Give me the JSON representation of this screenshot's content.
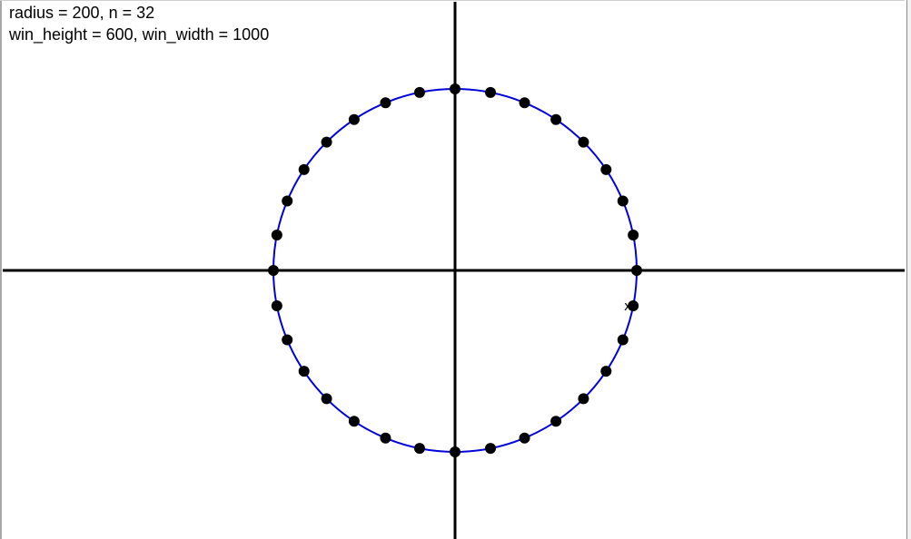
{
  "info": {
    "line1": "radius = 200, n = 32",
    "line2": "win_height = 600, win_width = 1000"
  },
  "colors": {
    "axis": "#000000",
    "circle": "#0000dd",
    "point": "#000000",
    "background": "#ffffff"
  },
  "scene": {
    "radius": 200,
    "n": 32,
    "highlighted_point_index": 31,
    "highlight_marker": "x"
  }
}
